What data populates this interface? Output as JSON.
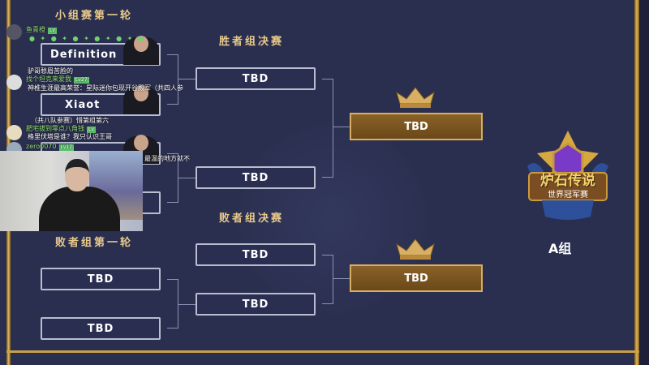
{
  "titles": {
    "group_round1": "小组赛第一轮",
    "winners_final": "胜者组决赛",
    "losers_final": "败者组决赛",
    "losers_round1": "败者组第一轮"
  },
  "group_matches": [
    "Definition",
    "Xiaot",
    "",
    ""
  ],
  "winners_final": [
    "TBD",
    "TBD"
  ],
  "losers_round1": [
    "TBD",
    "TBD"
  ],
  "losers_final": [
    "TBD",
    "TBD"
  ],
  "winners_final_result": "TBD",
  "losers_final_result": "TBD",
  "logo": {
    "main": "炉石传说",
    "sub": "世界冠军赛"
  },
  "group_label": "A组",
  "chat": [
    {
      "name": "鱼青橙",
      "level": "Lv",
      "message": "驴哥愁眉苦脸的"
    },
    {
      "name": "找个坦克来爱我",
      "level": "Lv27",
      "message": "神椎生涯最高荣誉：星际迷你包现开谷殿军（共四人参",
      "message2": "（共八队参赛）惜第组第六"
    },
    {
      "name": "肥宅拔到零点八角钱",
      "level": "Lv",
      "message": "格里伏塔是谁？我只认识王哥"
    },
    {
      "name": "zero0070",
      "level": "Lv17",
      "message": "最温的地方就不"
    }
  ],
  "colors": {
    "background": "#2b2f4f",
    "gold": "#d9b063",
    "chat_name": "#8fe070"
  }
}
